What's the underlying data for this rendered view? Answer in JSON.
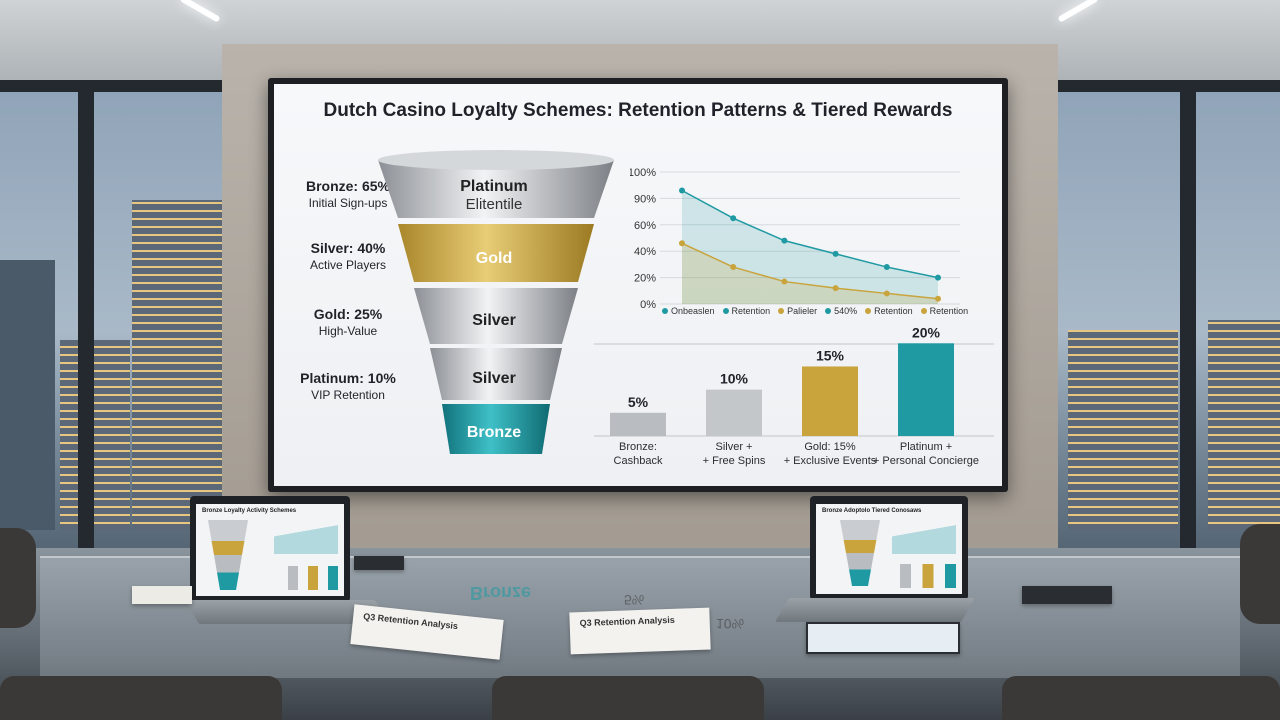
{
  "slide": {
    "title": "Dutch Casino Loyalty Schemes: Retention Patterns & Tiered Rewards"
  },
  "tier_labels": [
    {
      "pct": "Bronze: 65%",
      "sub": "Initial Sign-ups"
    },
    {
      "pct": "Silver: 40%",
      "sub": "Active Players"
    },
    {
      "pct": "Gold: 25%",
      "sub": "High-Value"
    },
    {
      "pct": "Platinum: 10%",
      "sub": "VIP Retention"
    }
  ],
  "funnel": [
    {
      "line1": "Platinum",
      "line2": "Elitentile"
    },
    {
      "line1": "Gold",
      "line2": ""
    },
    {
      "line1": "Silver",
      "line2": ""
    },
    {
      "line1": "Silver",
      "line2": ""
    },
    {
      "line1": "Bronze",
      "line2": ""
    }
  ],
  "colors": {
    "teal": "#1f9aa3",
    "gold": "#c9a43c",
    "silver": "#b9bcc0",
    "dark_silver": "#9a9da2"
  },
  "chart_data": [
    {
      "type": "area",
      "ylim": [
        0,
        100
      ],
      "yticks": [
        "100%",
        "90%",
        "60%",
        "40%",
        "20%",
        "0%"
      ],
      "x": [
        1,
        2,
        3,
        4,
        5,
        6
      ],
      "series": [
        {
          "values": [
            86,
            65,
            48,
            38,
            28,
            20
          ]
        },
        {
          "values": [
            46,
            28,
            17,
            12,
            8,
            4
          ]
        }
      ],
      "legend": [
        "Onbeaslen",
        "Retention",
        "Palieler",
        "540%",
        "Retention",
        "Retention"
      ],
      "grid": true
    },
    {
      "type": "bar",
      "categories": [
        [
          "Bronze:",
          "Cashback"
        ],
        [
          "Silver +",
          "+ Free Spins"
        ],
        [
          "Gold: 15%",
          "+ Exclusive Events"
        ],
        [
          "Platinum +",
          "+ Personal Concierge"
        ]
      ],
      "values": [
        5,
        10,
        15,
        20
      ],
      "value_labels": [
        "5%",
        "10%",
        "15%",
        "20%"
      ],
      "ylim": [
        0,
        22
      ]
    }
  ],
  "reflection": {
    "text1": "Bronze",
    "text2": "5%",
    "text3": "10%"
  },
  "laptop_left": {
    "title": "Bronze Loyalty Activity Schemes"
  },
  "laptop_right": {
    "title": "Bronze Adoptolo Tiered Conosaws"
  },
  "papers": {
    "left": "Q3 Retention Analysis",
    "right": "Q3 Retention Analysis"
  }
}
